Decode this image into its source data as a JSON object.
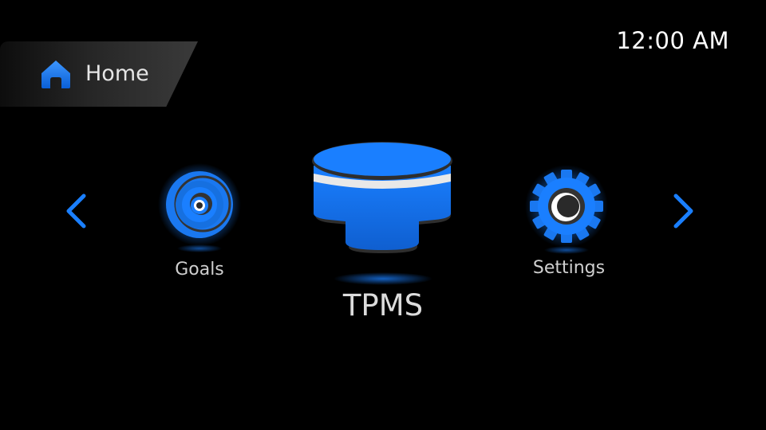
{
  "status_bar": {
    "time": "12:00 AM"
  },
  "header": {
    "home_label": "Home",
    "home_icon": "home-icon"
  },
  "carousel": {
    "prev_icon": "chevron-left-icon",
    "next_icon": "chevron-right-icon",
    "items": [
      {
        "label": "Goals",
        "icon": "target-icon",
        "selected": false
      },
      {
        "label": "TPMS",
        "icon": "tire-pressure-icon",
        "selected": true
      },
      {
        "label": "Settings",
        "icon": "gear-icon",
        "selected": false
      }
    ]
  },
  "colors": {
    "accent": "#1a7fff",
    "background": "#000000",
    "text": "#ffffff",
    "label_muted": "#cfcfcf"
  }
}
